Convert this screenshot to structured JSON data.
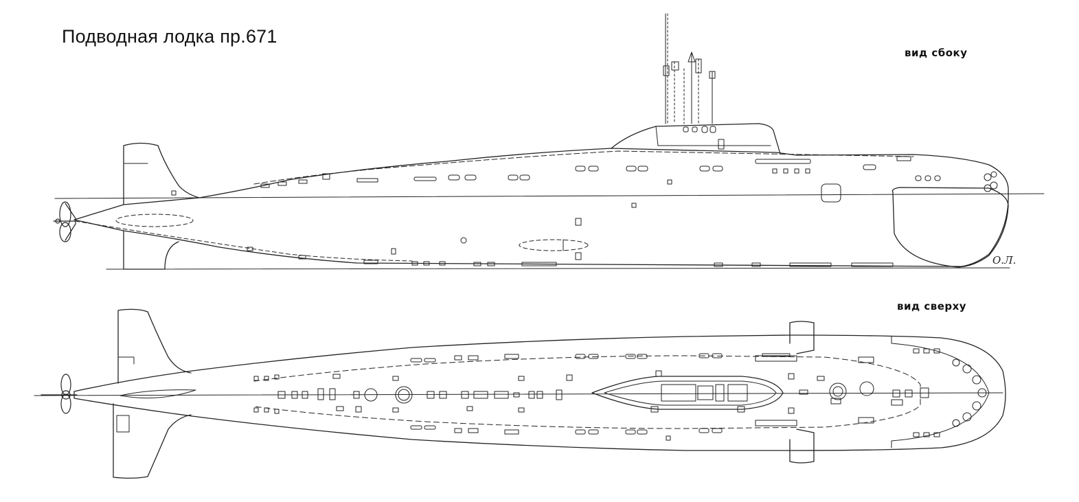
{
  "title": "Подводная лодка пр.671",
  "views": {
    "side": "вид сбоку",
    "top": "вид сверху"
  },
  "signature": "О.Л."
}
